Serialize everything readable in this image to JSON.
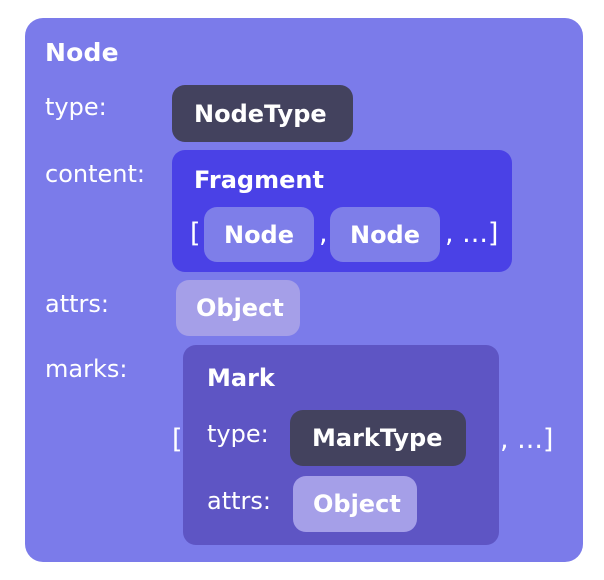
{
  "diagram": {
    "title": "Node",
    "accent_colors": {
      "panel": "#7b7bea",
      "dark_box": "#43425e",
      "fragment_box": "#4a41e6",
      "mark_box": "#5e55c4",
      "pill_mid": "#7e7ee9",
      "pill_light": "#a59fe8",
      "text": "#ffffff",
      "background": "#ffffff"
    },
    "fields": {
      "type": {
        "label": "type:",
        "value": "NodeType"
      },
      "content": {
        "label": "content:",
        "value": "Fragment",
        "list": {
          "bracket_open": "[",
          "items": [
            "Node",
            "Node"
          ],
          "separator": ",",
          "bracket_close": ", ...]"
        }
      },
      "attrs": {
        "label": "attrs:",
        "value": "Object"
      },
      "marks": {
        "label": "marks:",
        "bracket_open": "[",
        "bracket_close": ", ...]",
        "value": "Mark",
        "fields": {
          "type": {
            "label": "type:",
            "value": "MarkType"
          },
          "attrs": {
            "label": "attrs:",
            "value": "Object"
          }
        }
      }
    }
  }
}
